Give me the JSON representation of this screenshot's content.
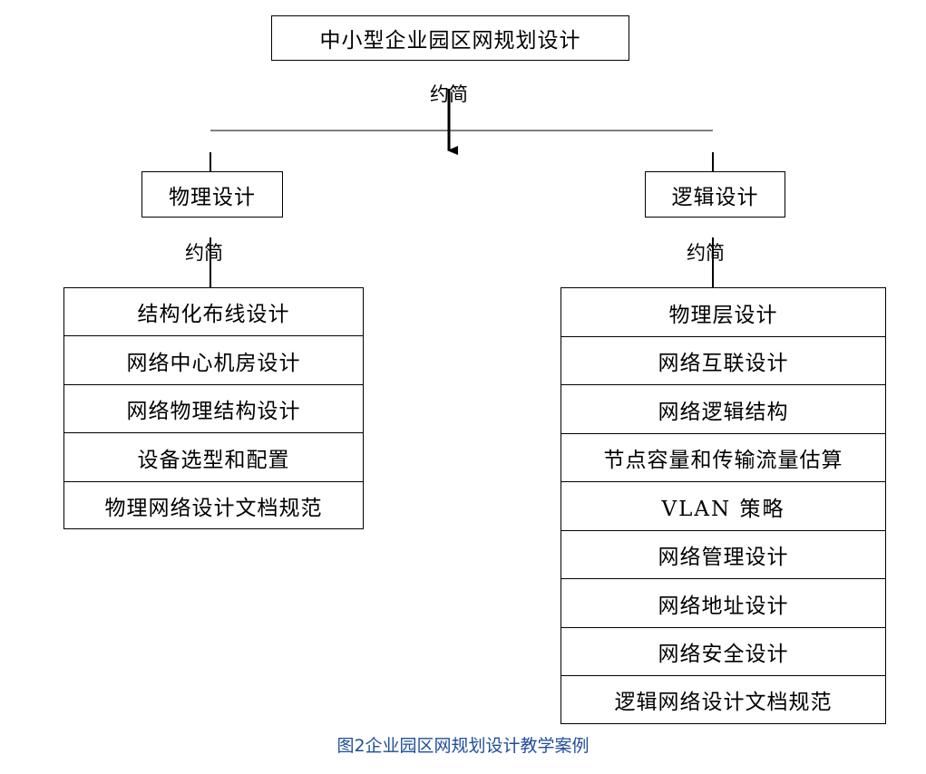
{
  "root": {
    "title": "中小型企业园区网规划设计",
    "reduce_label": "约简"
  },
  "physical": {
    "title": "物理设计",
    "reduce_label": "约简",
    "items": [
      "结构化布线设计",
      "网络中心机房设计",
      "网络物理结构设计",
      "设备选型和配置",
      "物理网络设计文档规范"
    ]
  },
  "logical": {
    "title": "逻辑设计",
    "reduce_label": "约简",
    "items": [
      "物理层设计",
      "网络互联设计",
      "网络逻辑结构",
      "节点容量和传输流量估算",
      "VLAN 策略",
      "网络管理设计",
      "网络地址设计",
      "网络安全设计",
      "逻辑网络设计文档规范"
    ]
  },
  "caption": "图2企业园区网规划设计教学案例"
}
